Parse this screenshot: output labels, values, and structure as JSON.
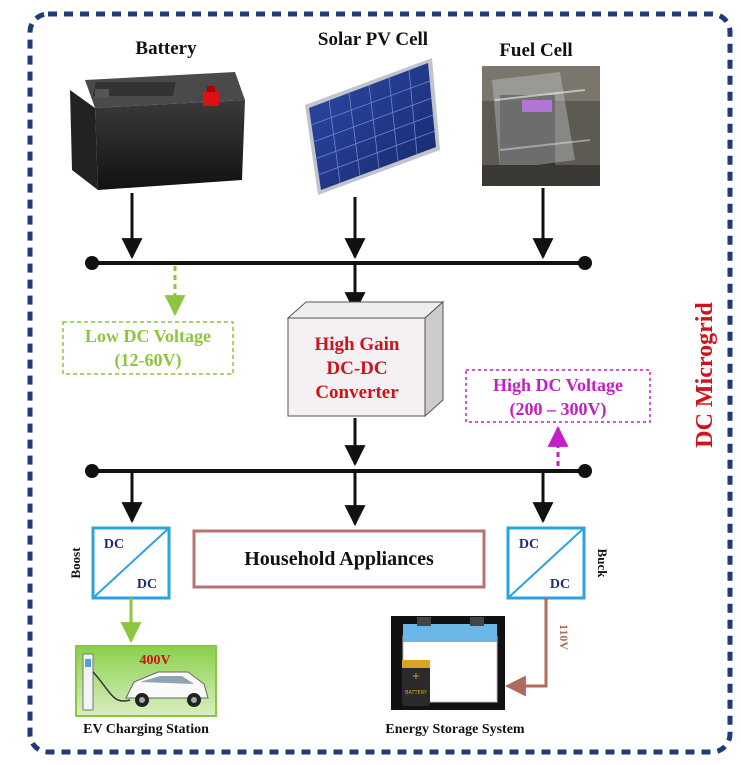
{
  "title": "DC Microgrid",
  "sources": {
    "battery": "Battery",
    "solar": "Solar PV Cell",
    "fuel": "Fuel Cell"
  },
  "low_voltage": {
    "line1": "Low DC Voltage",
    "line2": "(12-60V)"
  },
  "high_voltage": {
    "line1": "High DC Voltage",
    "line2": "(200 – 300V)"
  },
  "converter": {
    "line1": "High Gain",
    "line2": "DC-DC",
    "line3": "Converter"
  },
  "boost": {
    "label": "Boost",
    "in": "DC",
    "out": "DC"
  },
  "buck": {
    "label": "Buck",
    "in": "DC",
    "out": "DC",
    "output_voltage": "110V"
  },
  "household": "Household Appliances",
  "ev": {
    "label": "EV Charging Station",
    "voltage": "400V"
  },
  "storage": {
    "label": "Energy Storage System",
    "cell_text": "BATTERY"
  },
  "colors": {
    "border": "#1f3a78",
    "title_red": "#d0131b",
    "green": "#8cc63f",
    "magenta": "#c21fc6",
    "converter_red": "#d0131b",
    "household_border": "#b87070",
    "dc_box": "#2aa3e0",
    "wire_brown": "#b06a5e"
  },
  "icons": [
    "battery-image",
    "solar-panel-image",
    "fuel-cell-image",
    "ev-car-image",
    "storage-battery-image"
  ]
}
